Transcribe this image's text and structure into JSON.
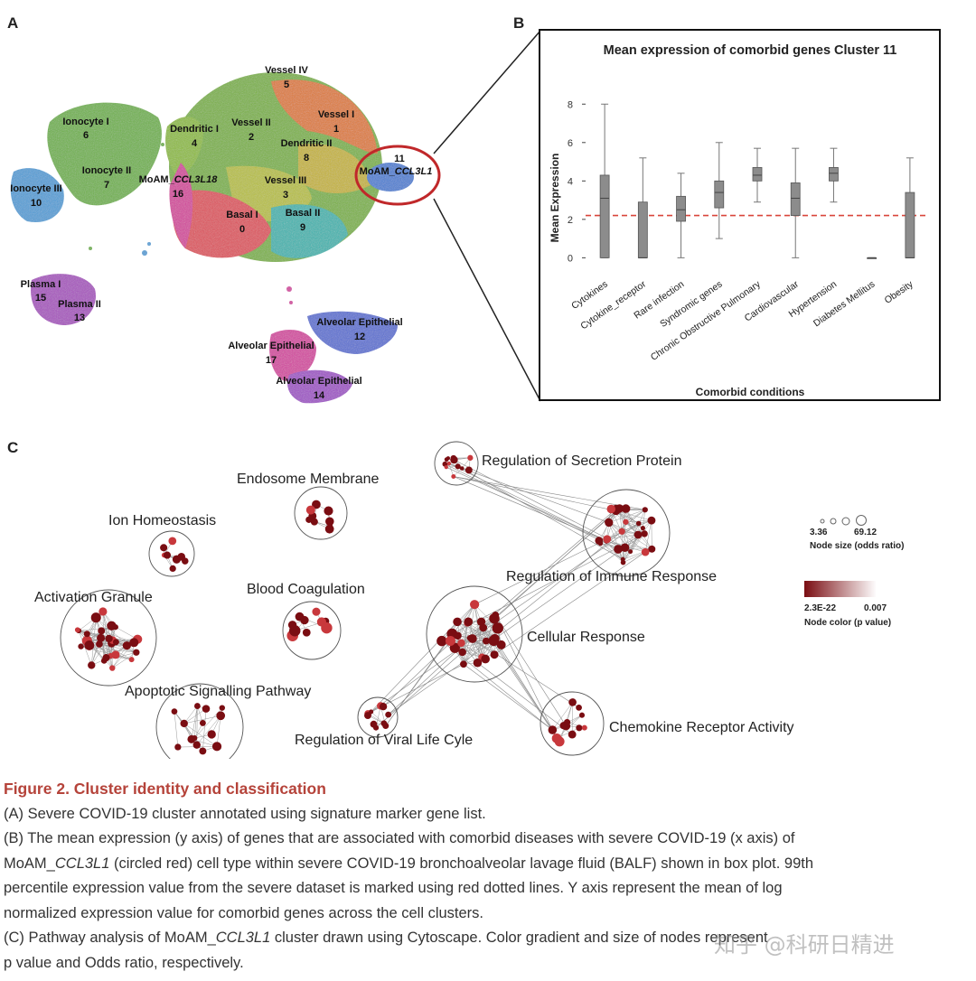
{
  "panel_letters": {
    "a": "A",
    "b": "B",
    "c": "C"
  },
  "umap": {
    "clusters": [
      {
        "name": "Ionocyte I",
        "num": "6",
        "color": "#6fb34a"
      },
      {
        "name": "Ionocyte II",
        "num": "7",
        "color": "#6fb34a"
      },
      {
        "name": "Ionocyte III",
        "num": "10",
        "color": "#4f9fd8"
      },
      {
        "name": "Plasma I",
        "num": "15",
        "color": "#a84fc0"
      },
      {
        "name": "Plasma II",
        "num": "13",
        "color": "#a84fc0"
      },
      {
        "name": "Dendritic I",
        "num": "4",
        "color": "#8fbd3a"
      },
      {
        "name": "Vessel II",
        "num": "2",
        "color": "#6fb34a"
      },
      {
        "name": "Vessel IV",
        "num": "5",
        "color": "#7cb342"
      },
      {
        "name": "Vessel I",
        "num": "1",
        "color": "#e07a30"
      },
      {
        "name": "Dendritic II",
        "num": "8",
        "color": "#c7b533"
      },
      {
        "name": "MoAM_CCL3L18",
        "num": "16",
        "color": "#d6409c"
      },
      {
        "name": "Vessel III",
        "num": "3",
        "color": "#b9c13a"
      },
      {
        "name": "Basal I",
        "num": "0",
        "color": "#e0505a"
      },
      {
        "name": "Basal II",
        "num": "9",
        "color": "#3ab5b0"
      },
      {
        "name": "MoAM_CCL3L1",
        "num": "11",
        "color": "#4a7fd4"
      },
      {
        "name": "Alveolar Epithelial",
        "num": "12",
        "color": "#5a6fd4"
      },
      {
        "name": "Alveolar Epithelial",
        "num": "17",
        "color": "#d640a0"
      },
      {
        "name": "Alveolar Epithelial",
        "num": "14",
        "color": "#a050c8"
      }
    ],
    "highlight_color": "#c0282a"
  },
  "chart_data": {
    "type": "box",
    "title": "Mean expression of comorbid genes Cluster 11",
    "xlabel": "Comorbid conditions",
    "ylabel": "Mean Expression",
    "ylim": [
      -0.5,
      9
    ],
    "yticks": [
      0,
      2,
      4,
      6,
      8
    ],
    "reference_line": {
      "value": 2.2,
      "label": "99th percentile",
      "color": "#d9453a"
    },
    "box_color": "#8c8c8c",
    "categories": [
      "Cytokines",
      "Cytokine_receptor",
      "Rare infection",
      "Syndromic genes",
      "Chronic Obstructive Pulmonary",
      "Cardiovascular",
      "Hypertension",
      "Diabetes Mellitus",
      "Obesity"
    ],
    "boxes": [
      {
        "min": 0,
        "q1": 0,
        "median": 3.1,
        "q3": 4.3,
        "max": 8.0
      },
      {
        "min": 0,
        "q1": 0,
        "median": 0,
        "q3": 2.9,
        "max": 5.2
      },
      {
        "min": 0,
        "q1": 1.9,
        "median": 2.5,
        "q3": 3.2,
        "max": 4.4
      },
      {
        "min": 1.0,
        "q1": 2.6,
        "median": 3.4,
        "q3": 4.0,
        "max": 6.0
      },
      {
        "min": 2.9,
        "q1": 4.0,
        "median": 4.3,
        "q3": 4.7,
        "max": 5.7
      },
      {
        "min": 0,
        "q1": 2.2,
        "median": 3.1,
        "q3": 3.9,
        "max": 5.7
      },
      {
        "min": 2.9,
        "q1": 4.0,
        "median": 4.4,
        "q3": 4.7,
        "max": 5.7
      },
      {
        "min": 0,
        "q1": 0,
        "median": 0,
        "q3": 0,
        "max": 0
      },
      {
        "min": 0,
        "q1": 0,
        "median": 0,
        "q3": 3.4,
        "max": 5.2
      }
    ]
  },
  "network": {
    "modules": [
      {
        "id": "secretion",
        "label": "Regulation of Secretion Protein"
      },
      {
        "id": "endosome",
        "label": "Endosome Membrane"
      },
      {
        "id": "ion",
        "label": "Ion Homeostasis"
      },
      {
        "id": "immune",
        "label": "Regulation of Immune Response"
      },
      {
        "id": "activation",
        "label": "Activation Granule"
      },
      {
        "id": "coagulation",
        "label": "Blood Coagulation"
      },
      {
        "id": "cellular",
        "label": "Cellular Response"
      },
      {
        "id": "apoptotic",
        "label": "Apoptotic Signalling Pathway"
      },
      {
        "id": "viral",
        "label": "Regulation of Viral Life Cyle"
      },
      {
        "id": "chemokine",
        "label": "Chemokine Receptor Activity"
      }
    ],
    "legend": {
      "size_min": "3.36",
      "size_max": "69.12",
      "size_title": "Node size (odds ratio)",
      "color_min": "2.3E-22",
      "color_max": "0.007",
      "color_title": "Node color (p value)",
      "color_dark": "#7a0d12",
      "color_light": "#ffffff"
    }
  },
  "caption": {
    "title": "Figure 2.  Cluster identity and classification",
    "a": "(A) Severe COVID-19 cluster annotated using signature marker gene list.",
    "b1": "(B) The mean expression (y axis) of genes that are associated with comorbid diseases with severe COVID-19 (x axis) of",
    "b2_pre": "MoAM_",
    "b2_gene": "CCL3L1",
    "b2_post": " (circled red) cell type within severe COVID-19 bronchoalveolar lavage fluid (BALF) shown in box plot. 99th",
    "b3": "percentile expression value from the severe dataset is marked using red dotted lines. Y axis represent the mean of log",
    "b4": "normalized expression value for comorbid genes across the cell clusters.",
    "c1_pre": "(C) Pathway analysis of MoAM_",
    "c1_gene": "CCL3L1",
    "c1_post": " cluster drawn using Cytoscape. Color gradient and size of nodes represent",
    "c2": "p value and Odds ratio, respectively."
  },
  "watermark": "知乎 @科研日精进"
}
